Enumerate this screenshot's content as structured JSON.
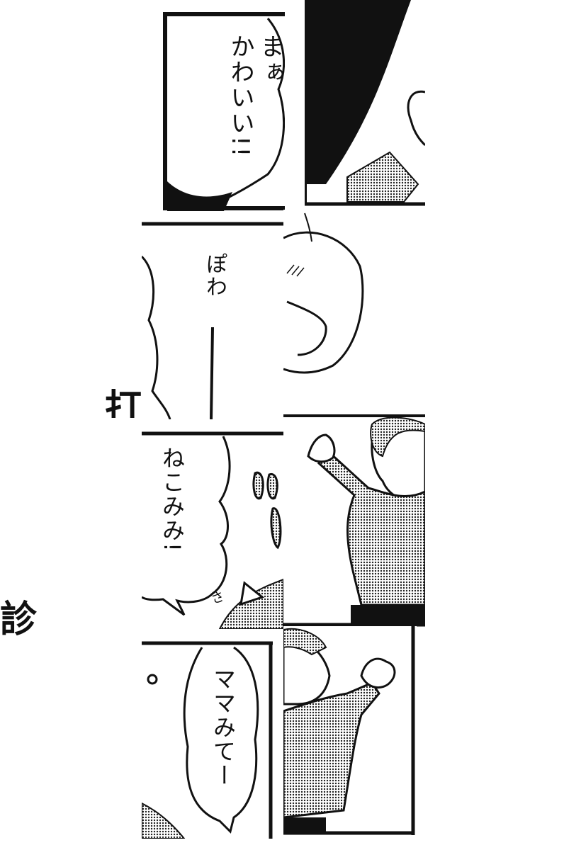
{
  "panels": {
    "bubble_1": {
      "line1": "まぁ",
      "line2": "かわいい!!"
    },
    "bubble_2": {
      "text": "ぽわ"
    },
    "bubble_3": {
      "text": "ねこみみ!"
    },
    "bubble_4": {
      "text": "ママみてー"
    },
    "sfx_small": "さ"
  },
  "fragments": {
    "kanji_1": "打",
    "kanji_2": "診"
  },
  "colors": {
    "ink": "#111111",
    "paper": "#ffffff",
    "screentone": "#8a8a8a"
  }
}
